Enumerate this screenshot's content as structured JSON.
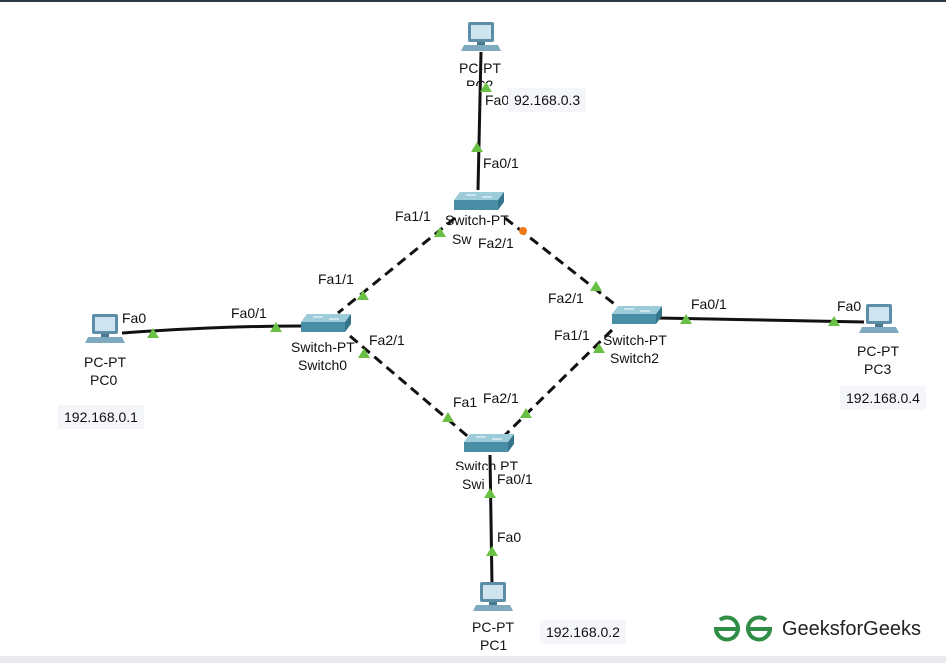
{
  "devices": {
    "pc0": {
      "type": "PC-PT",
      "name": "PC0",
      "ip": "192.168.0.1",
      "port": "Fa0"
    },
    "pc1": {
      "type": "PC-PT",
      "name": "PC1",
      "ip": "192.168.0.2",
      "port": "Fa0"
    },
    "pc2": {
      "type": "PC-PT",
      "name": "PC2",
      "ip": "92.168.0.3",
      "port": "Fa0"
    },
    "pc3": {
      "type": "PC-PT",
      "name": "PC3",
      "ip": "192.168.0.4",
      "port": "Fa0"
    },
    "switch0": {
      "type": "Switch-PT",
      "name": "Switch0",
      "ports": [
        "Fa0/1",
        "Fa1/1",
        "Fa2/1"
      ]
    },
    "switch1": {
      "type": "Switch-PT",
      "name": "Sw",
      "ports": [
        "Fa0/1",
        "Fa1/1",
        "Fa2/1"
      ]
    },
    "switch2": {
      "type": "Switch-PT",
      "name": "Switch2",
      "ports": [
        "Fa0/1",
        "Fa1/1",
        "Fa2/1"
      ]
    },
    "switch3": {
      "type": "Switch-PT",
      "name": "Swi",
      "type_partial": "Switch PT",
      "ports": [
        "Fa0/1",
        "Fa1",
        "Fa2/1"
      ]
    }
  },
  "colors": {
    "link_up": "#6abf45",
    "link_pending": "#f07a1a",
    "switch": "#4a90a8",
    "brand": "#2f8d46"
  },
  "logo": {
    "text": "GeeksforGeeks"
  }
}
